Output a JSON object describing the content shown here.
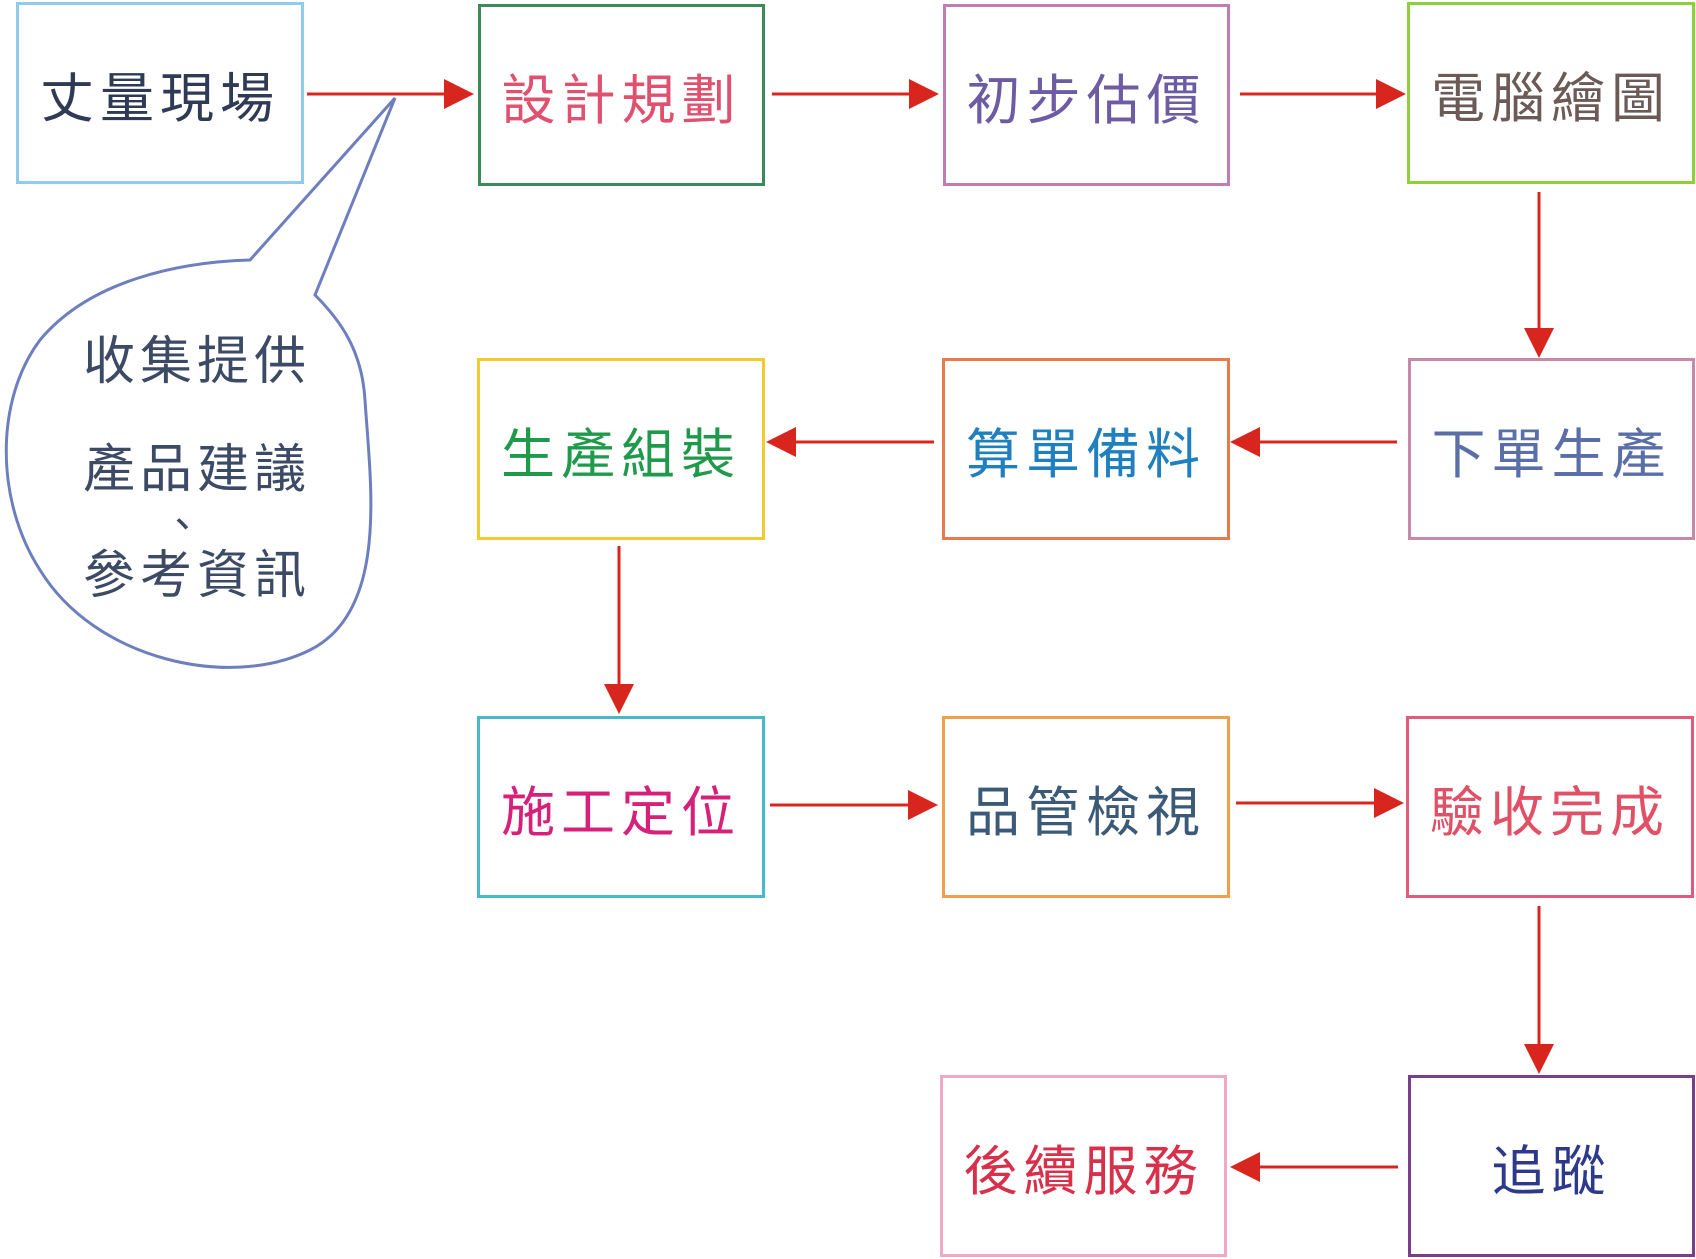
{
  "diagram": {
    "steps": [
      {
        "id": "s1",
        "label": "丈量現場",
        "border": "#8fcbea",
        "text": "#2f3b55"
      },
      {
        "id": "s2",
        "label": "設計規劃",
        "border": "#3a8a5a",
        "text": "#e0506f"
      },
      {
        "id": "s3",
        "label": "初步估價",
        "border": "#c17bb7",
        "text": "#6d5ba3"
      },
      {
        "id": "s4",
        "label": "電腦繪圖",
        "border": "#8cd13a",
        "text": "#6b5a55"
      },
      {
        "id": "s5",
        "label": "下單生產",
        "border": "#c48aa8",
        "text": "#5a6fa8"
      },
      {
        "id": "s6",
        "label": "算單備料",
        "border": "#e87a4d",
        "text": "#1f7fbf"
      },
      {
        "id": "s7",
        "label": "生產組裝",
        "border": "#f2cc2e",
        "text": "#1f9a4a"
      },
      {
        "id": "s8",
        "label": "施工定位",
        "border": "#47b9c9",
        "text": "#d6207a"
      },
      {
        "id": "s9",
        "label": "品管檢視",
        "border": "#f0a04c",
        "text": "#3b5a78"
      },
      {
        "id": "s10",
        "label": "驗收完成",
        "border": "#e05c7a",
        "text": "#e05066"
      },
      {
        "id": "s11",
        "label": "追蹤",
        "border": "#7a3f8c",
        "text": "#2d3a8c"
      },
      {
        "id": "s12",
        "label": "後續服務",
        "border": "#f2a7c4",
        "text": "#d8304a"
      }
    ],
    "callout": {
      "lines": [
        "收集提供",
        "產品建議",
        "、",
        "參考資訊"
      ],
      "outline": "#6d7fbf",
      "text_color": "#3c4a66"
    },
    "arrow_color": "#d8261f"
  }
}
